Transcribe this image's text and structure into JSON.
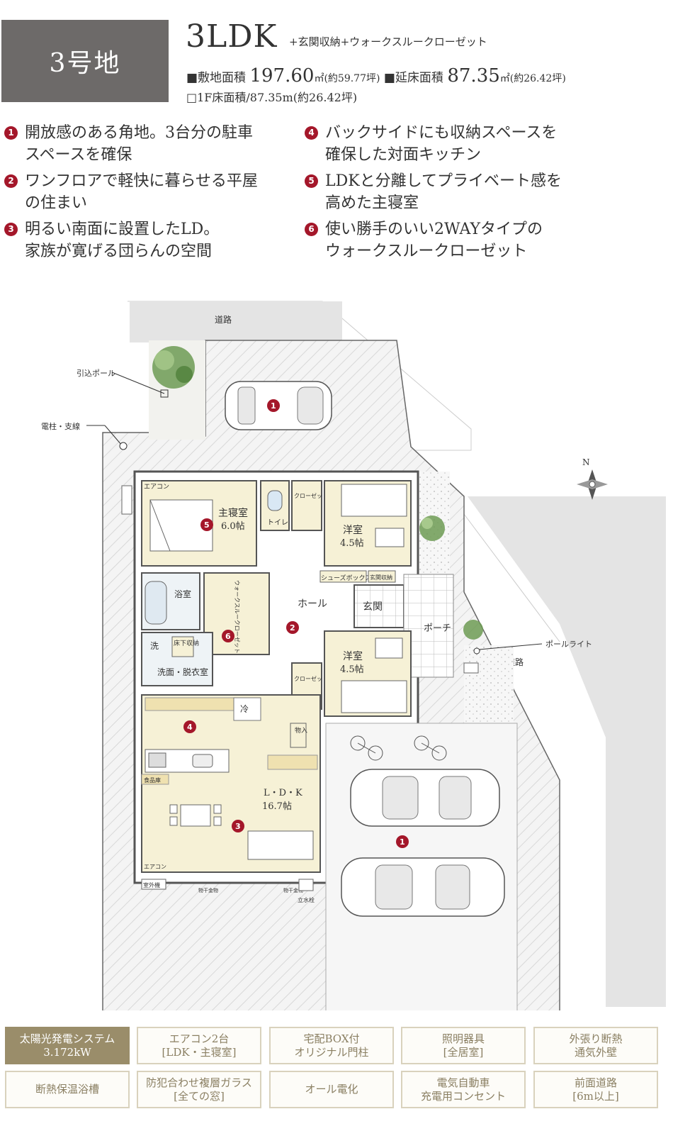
{
  "header": {
    "lot": "3号地",
    "plan_type": "3LDK",
    "plan_extras": "+玄関収納+ウォークスルークローゼット",
    "site_area_label": "■敷地面積",
    "site_area_value": "197.60",
    "site_area_unit": "㎡(約59.77坪)",
    "floor_area_label": "■延床面積",
    "floor_area_value": "87.35",
    "floor_area_unit": "㎡(約26.42坪)",
    "first_floor_area": "□1F床面積/87.35m(約26.42坪)"
  },
  "features": [
    {
      "num": "1",
      "text": "開放感のある角地。3台分の駐車\nスペースを確保"
    },
    {
      "num": "2",
      "text": "ワンフロアで軽快に暮らせる平屋\nの住まい"
    },
    {
      "num": "3",
      "text": "明るい南面に設置したLD。\n家族が寛げる団らんの空間"
    },
    {
      "num": "4",
      "text": "バックサイドにも収納スペースを\n確保した対面キッチン"
    },
    {
      "num": "5",
      "text": "LDKと分離してプライベート感を\n高めた主寝室"
    },
    {
      "num": "6",
      "text": "使い勝手のいい2WAYタイプの\nウォークスルークローゼット"
    }
  ],
  "plan": {
    "road_top": "道路",
    "road_right": "道路",
    "pole_lead": "引込ポール",
    "utility_pole": "電柱・支線",
    "pole_light": "ポールライト",
    "master_bedroom": "主寝室",
    "master_bedroom_size": "6.0帖",
    "aircon": "エアコン",
    "outdoor_unit": "室外機",
    "toilet": "トイレ",
    "closet": "クローゼット",
    "western_room": "洋室",
    "western_size": "4.5帖",
    "bath": "浴室",
    "walkthrough_closet": "ウォークスルークローゼット",
    "hall": "ホール",
    "shoe_box": "シューズボックス",
    "entrance_storage": "玄関収納",
    "entrance": "玄関",
    "porch": "ポーチ",
    "wash": "洗",
    "underfloor_storage": "床下収納",
    "washroom": "洗面・脱衣室",
    "fridge": "冷",
    "storage": "物入",
    "pantry": "食品庫",
    "ldk": "L・D・K",
    "ldk_size": "16.7帖",
    "hardware": "物干金物",
    "faucet": "立水栓",
    "compass_n": "N"
  },
  "equipment": [
    {
      "line1": "太陽光発電システム",
      "line2": "3.172kW",
      "active": true
    },
    {
      "line1": "エアコン2台",
      "line2": "[LDK・主寝室]",
      "active": false
    },
    {
      "line1": "宅配BOX付",
      "line2": "オリジナル門柱",
      "active": false
    },
    {
      "line1": "照明器具",
      "line2": "[全居室]",
      "active": false
    },
    {
      "line1": "外張り断熱",
      "line2": "通気外壁",
      "active": false
    },
    {
      "line1": "断熱保温浴槽",
      "line2": "",
      "active": false
    },
    {
      "line1": "防犯合わせ複層ガラス",
      "line2": "[全ての窓]",
      "active": false
    },
    {
      "line1": "オール電化",
      "line2": "",
      "active": false
    },
    {
      "line1": "電気自動車",
      "line2": "充電用コンセント",
      "active": false
    },
    {
      "line1": "前面道路",
      "line2": "[6m以上]",
      "active": false
    }
  ],
  "colors": {
    "header_box": "#6d6a69",
    "badge": "#a4172a",
    "room_floor": "#f6f1d6",
    "wall": "#555555",
    "equip_active": "#9a8d6a"
  }
}
